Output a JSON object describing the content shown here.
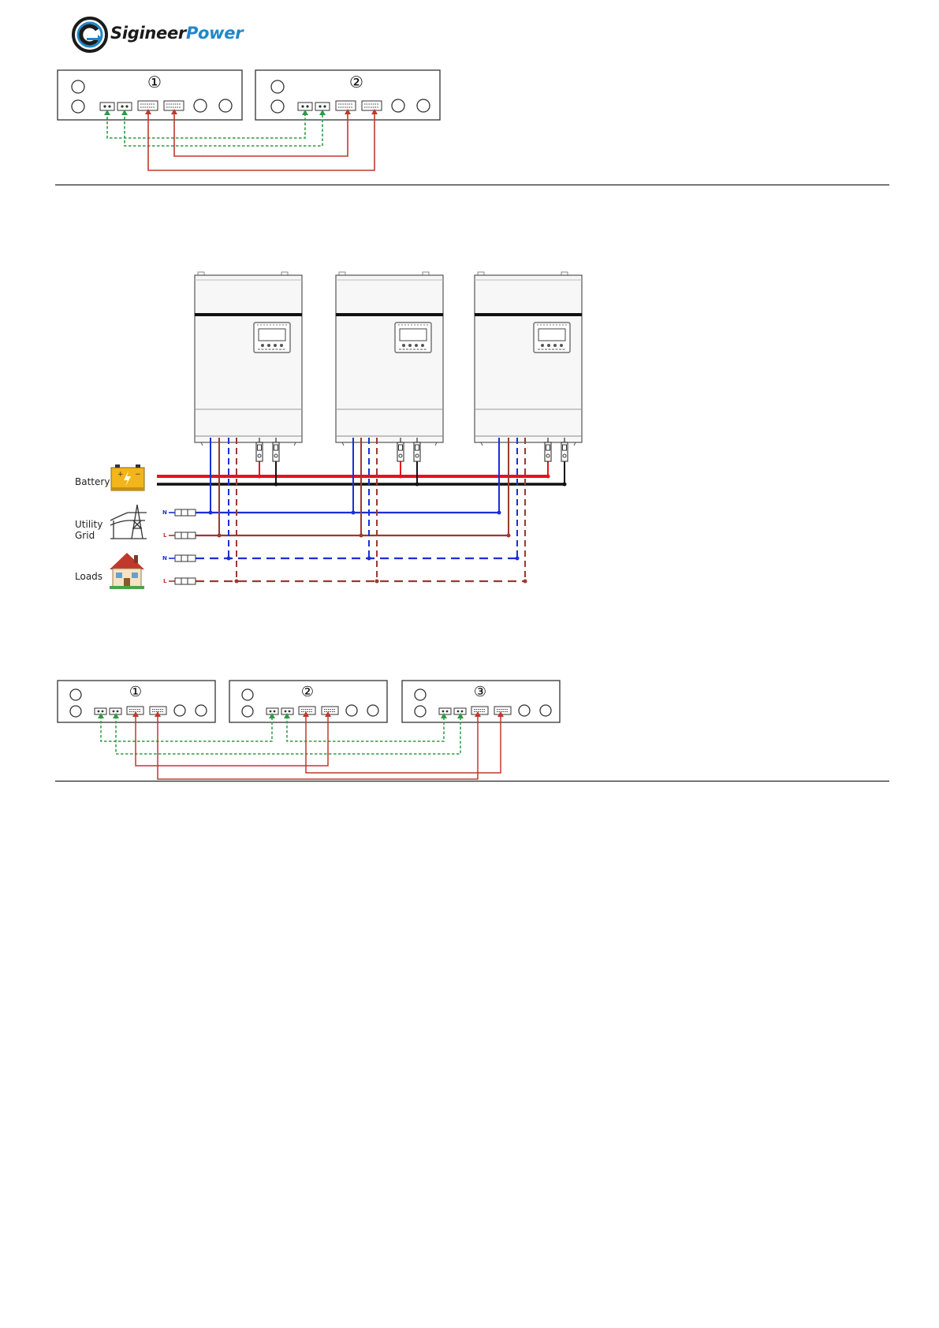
{
  "header": {
    "logo_text_left": "Sigineer",
    "logo_text_right": "Power",
    "logo_name": "sigineer-power-logo-icon",
    "brand_color": "#1e88c8"
  },
  "diagram_two_units": {
    "unit_labels": [
      "①",
      "②"
    ],
    "link_colors": {
      "current_share": "#2e9a45",
      "parallel_comm": "#c0392b"
    }
  },
  "wiring": {
    "labels": {
      "battery": "Battery",
      "utility_grid": "Utility\nGrid",
      "loads": "Loads"
    },
    "line_markers": {
      "utility_n": "N",
      "utility_l": "L",
      "loads_n": "N",
      "loads_l": "L"
    },
    "colors": {
      "battery_positive": "#e8111b",
      "battery_negative": "#111111",
      "neutral": "#1c2fd6",
      "line": "#9a3a32"
    }
  },
  "diagram_three_units": {
    "unit_labels": [
      "①",
      "②",
      "③"
    ]
  }
}
